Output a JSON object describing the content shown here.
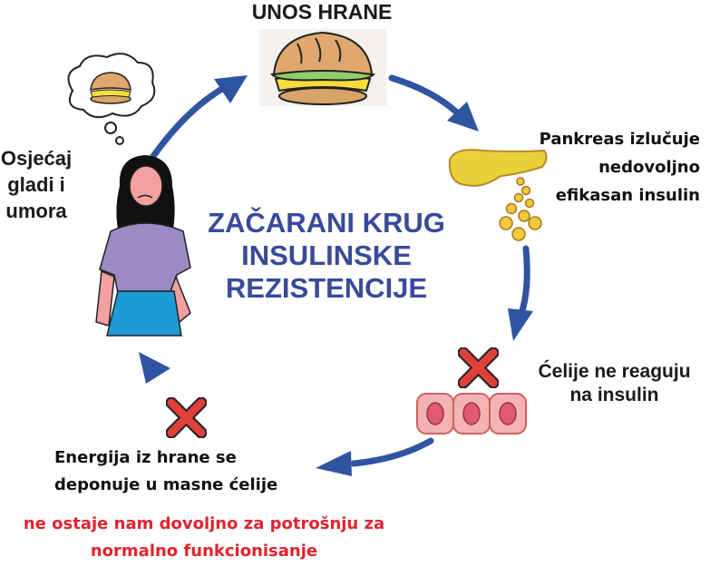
{
  "diagram": {
    "title_lines": [
      "ZAČARANI KRUG",
      "INSULINSKE",
      "REZISTENCIJE"
    ],
    "colors": {
      "title": "#3a4a9a",
      "arrow": "#2f54a0",
      "label": "#1a1a1a",
      "note_red": "#e0242e",
      "x_mark": "#e0403a",
      "pancreas": "#e8d23a",
      "cell": "#f2a5a5",
      "shirt": "#9b8ac4",
      "skirt": "#1e9ad6"
    },
    "nodes": [
      {
        "id": "food-intake",
        "label": "UNOS HRANE",
        "icon": "sandwich-icon"
      },
      {
        "id": "pancreas",
        "label_lines": [
          "Pankreas izlučuje",
          "nedovoljno",
          "efikasan insulin"
        ],
        "icon": "pancreas-icon"
      },
      {
        "id": "cells",
        "label_lines": [
          "Ćelije ne reaguju",
          "na insulin"
        ],
        "icon": "cells-icon",
        "blocked": true
      },
      {
        "id": "fat-storage",
        "label_lines": [
          "Energija iz hrane se",
          "deponuje u masne ćelije"
        ],
        "blocked": true
      },
      {
        "id": "hunger",
        "label_lines": [
          "Osjećaj",
          "gladi i",
          "umora"
        ],
        "icon": "woman-thinking-icon"
      }
    ],
    "note_lines": [
      "ne ostaje nam dovoljno za potrošnju za",
      "normalno funkcionisanje"
    ]
  }
}
